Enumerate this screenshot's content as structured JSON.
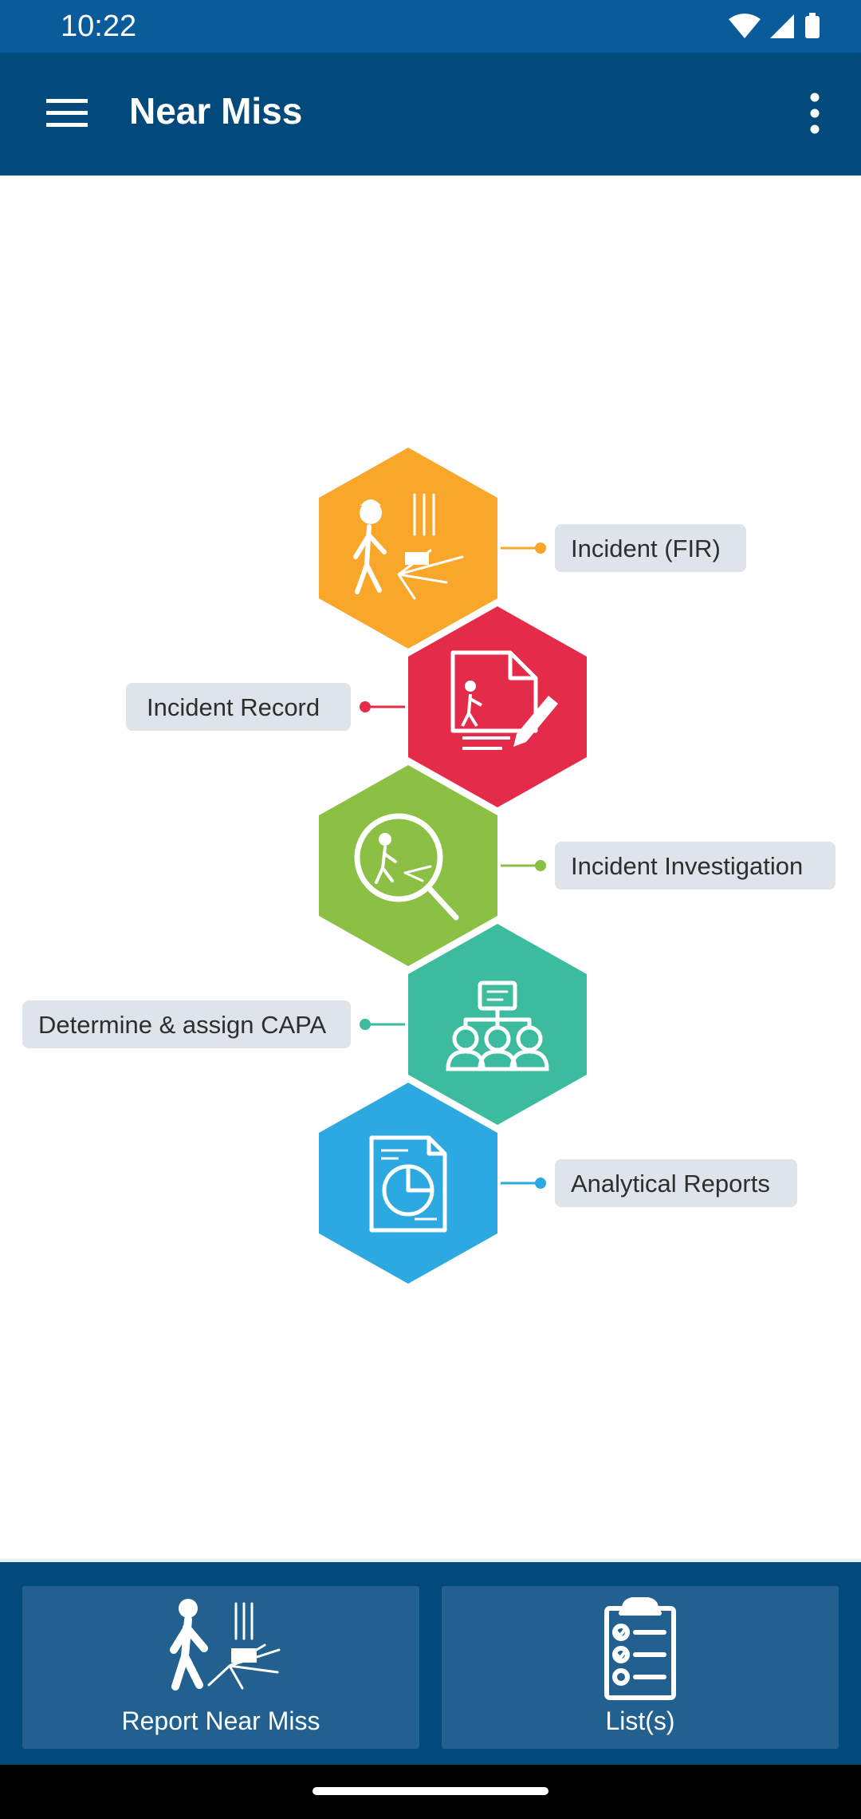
{
  "status_bar": {
    "time": "10:22"
  },
  "app_bar": {
    "title": "Near Miss"
  },
  "infographic": {
    "steps": [
      {
        "label": "Incident (FIR)",
        "color": "#f9a72b",
        "icon": "worker-accident-icon"
      },
      {
        "label": "Incident Record",
        "color": "#e42b49",
        "icon": "document-pen-icon"
      },
      {
        "label": "Incident Investigation",
        "color": "#8cc044",
        "icon": "magnifier-worker-icon"
      },
      {
        "label": "Determine & assign CAPA",
        "color": "#3dbb9e",
        "icon": "team-org-chart-icon"
      },
      {
        "label": "Analytical Reports",
        "color": "#2ca9e1",
        "icon": "pie-report-icon"
      }
    ],
    "label_bg": "#dfe3ea"
  },
  "bottom_nav": {
    "report_label": "Report Near Miss",
    "list_label": "List(s)"
  },
  "colors": {
    "status_bar": "#0a5b9a",
    "app_bar": "#034a7c",
    "nav_button": "#22608f"
  }
}
